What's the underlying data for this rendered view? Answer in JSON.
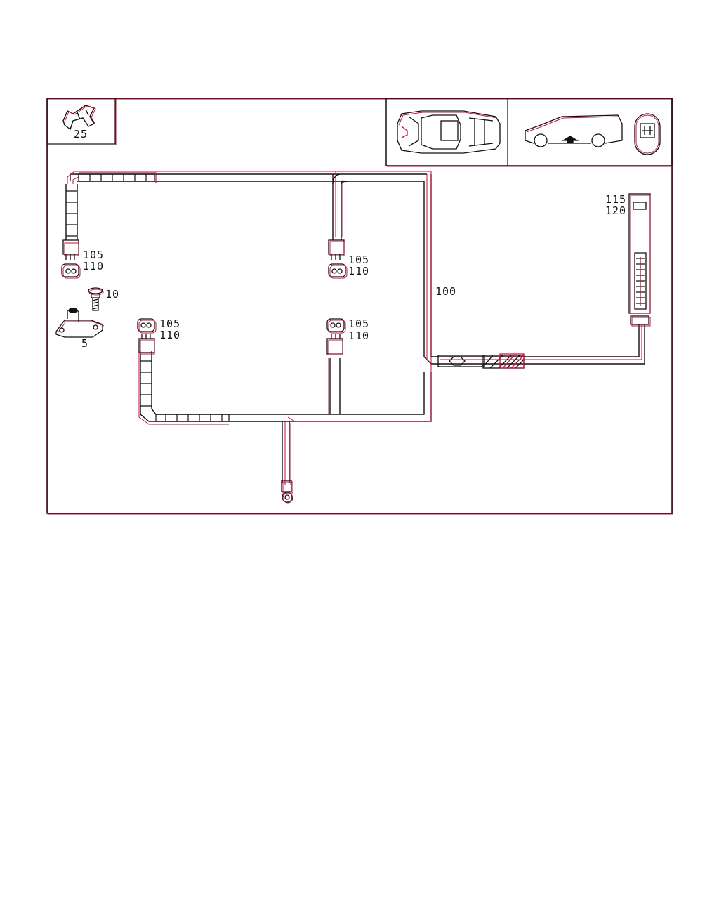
{
  "diagram": {
    "callouts": {
      "clip": "25",
      "connector_tl_a": "105",
      "connector_tl_b": "110",
      "connector_tr_a": "105",
      "connector_tr_b": "110",
      "connector_bl_a": "105",
      "connector_bl_b": "110",
      "connector_br_a": "105",
      "connector_br_b": "110",
      "screw": "10",
      "sensor": "5",
      "harness": "100",
      "plug_a": "115",
      "plug_b": "120"
    },
    "colors": {
      "line_black": "#111111",
      "line_red": "#c4123c",
      "background": "#ffffff"
    },
    "icons": [
      "clip-icon",
      "sensor-icon",
      "screw-icon",
      "car-top-view-icon",
      "car-side-view-icon",
      "rear-mirror-icon",
      "ring-terminal-icon",
      "multi-pin-connector-icon"
    ]
  }
}
